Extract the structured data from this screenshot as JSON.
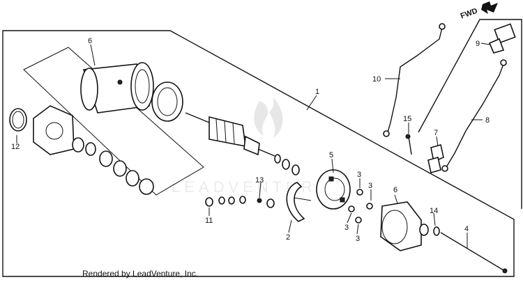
{
  "labels": {
    "p1": "1",
    "p2": "2",
    "p3a": "3",
    "p3b": "3",
    "p3c": "3",
    "p3d": "3",
    "p4": "4",
    "p5": "5",
    "p6a": "6",
    "p6b": "6",
    "p7": "7",
    "p8": "8",
    "p9": "9",
    "p10": "10",
    "p11": "11",
    "p12": "12",
    "p13": "13",
    "p14": "14",
    "p15": "15"
  },
  "fwd_label": "FWD",
  "watermark": "LEADVENTURE",
  "credit": "Rendered by LeadVenture, Inc."
}
